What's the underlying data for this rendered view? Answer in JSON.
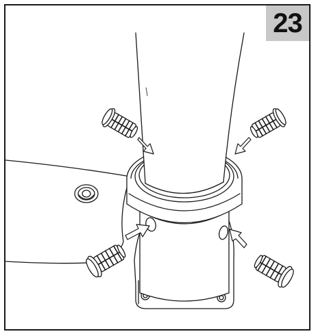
{
  "step": {
    "number": "23"
  },
  "illustration": {
    "stroke_color": "#1a1a1a",
    "fill_color": "#ffffff",
    "badge_color": "#c8c8c8",
    "parts": [
      "pole",
      "collar",
      "base-plate",
      "arm",
      "nut",
      "mounting-holes",
      "plugs",
      "arrows"
    ]
  }
}
